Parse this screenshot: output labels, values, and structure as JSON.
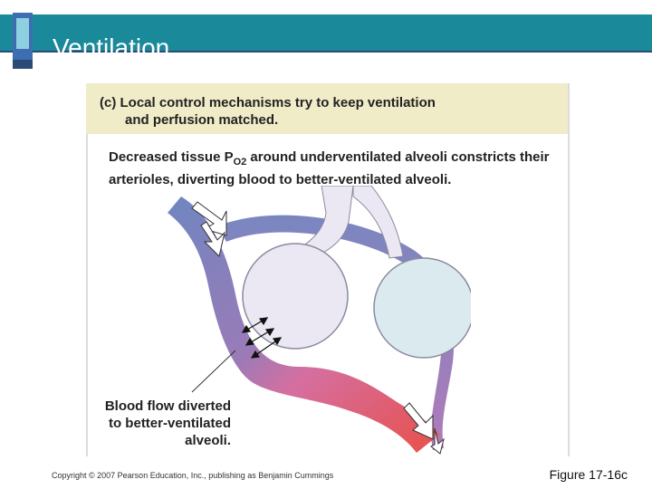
{
  "slide": {
    "title": "Ventilation",
    "copyright": "Copyright © 2007 Pearson Education, Inc., publishing as Benjamin Cummings",
    "figure_label": "Figure 17-16c"
  },
  "figure": {
    "caption_line1": "(c) Local control mechanisms try to keep ventilation",
    "caption_line2": "and perfusion matched.",
    "subtitle_part1": "Decreased tissue P",
    "subtitle_sub": "O2",
    "subtitle_part2": " around underventilated alveoli constricts their arterioles, diverting blood to better-ventilated alveoli.",
    "callout_line1": "Blood flow diverted",
    "callout_line2": "to better-ventilated",
    "callout_line3": "alveoli."
  },
  "colors": {
    "title_bar": "#1a8a9a",
    "caption_bg": "#f0ecc8",
    "vessel_venous": "#6f86c0",
    "vessel_arterial": "#e8504a",
    "alveolus_left": "#ebe8f3",
    "alveolus_right": "#dbeaef"
  }
}
